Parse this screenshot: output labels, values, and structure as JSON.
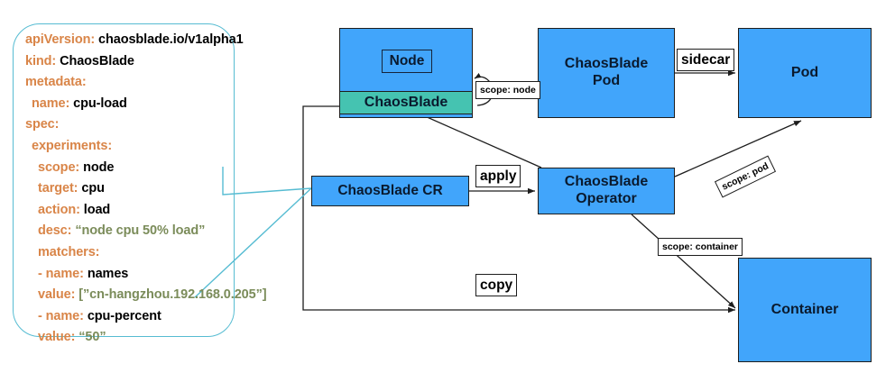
{
  "callout": {
    "name": "chaosblade-cr-yaml",
    "lines": [
      {
        "indent": 0,
        "key": "apiVersion:",
        "value": "chaosblade.io/v1alpha1",
        "value_kind": "plain"
      },
      {
        "indent": 0,
        "key": "kind:",
        "value": "ChaosBlade",
        "value_kind": "plain"
      },
      {
        "indent": 0,
        "key": "metadata:",
        "value": "",
        "value_kind": "plain"
      },
      {
        "indent": 1,
        "key": "name:",
        "value": "cpu-load",
        "value_kind": "plain"
      },
      {
        "indent": 0,
        "key": "spec:",
        "value": "",
        "value_kind": "plain"
      },
      {
        "indent": 1,
        "key": "experiments:",
        "value": "",
        "value_kind": "plain"
      },
      {
        "indent": 2,
        "key": "scope:",
        "value": "node",
        "value_kind": "plain"
      },
      {
        "indent": 2,
        "key": "target:",
        "value": "cpu",
        "value_kind": "plain"
      },
      {
        "indent": 2,
        "key": "action:",
        "value": "load",
        "value_kind": "plain"
      },
      {
        "indent": 2,
        "key": "desc:",
        "value": "“node cpu 50% load”",
        "value_kind": "string"
      },
      {
        "indent": 2,
        "key": "matchers:",
        "value": "",
        "value_kind": "plain"
      },
      {
        "indent": 2,
        "key": "- name:",
        "value": "names",
        "value_kind": "plain"
      },
      {
        "indent": 2,
        "key": "  value:",
        "value": "[”cn-hangzhou.192.168.0.205”]",
        "value_kind": "string"
      },
      {
        "indent": 2,
        "key": "- name:",
        "value": "cpu-percent",
        "value_kind": "plain"
      },
      {
        "indent": 2,
        "key": "  value:",
        "value": "“50”",
        "value_kind": "string"
      }
    ]
  },
  "nodes": {
    "node_box": {
      "label": "Node",
      "band_label": "ChaosBlade"
    },
    "chaosblade_pod": {
      "label": "ChaosBlade\nPod"
    },
    "pod": {
      "label": "Pod"
    },
    "chaosblade_cr": {
      "label": "ChaosBlade CR"
    },
    "operator": {
      "label": "ChaosBlade\nOperator"
    },
    "container": {
      "label": "Container"
    }
  },
  "edge_labels": {
    "scope_node": "scope: node",
    "sidecar": "sidecar",
    "apply": "apply",
    "scope_pod": "scope: pod",
    "scope_container": "scope: container",
    "copy": "copy"
  },
  "colors": {
    "box_blue": "#41a5fb",
    "band_teal": "#45c3b1",
    "callout_border": "#56bcd2",
    "yaml_key": "#d98548",
    "yaml_value": "#000000",
    "yaml_string": "#7b8c5a",
    "edge_stroke": "#1d1d1d"
  }
}
